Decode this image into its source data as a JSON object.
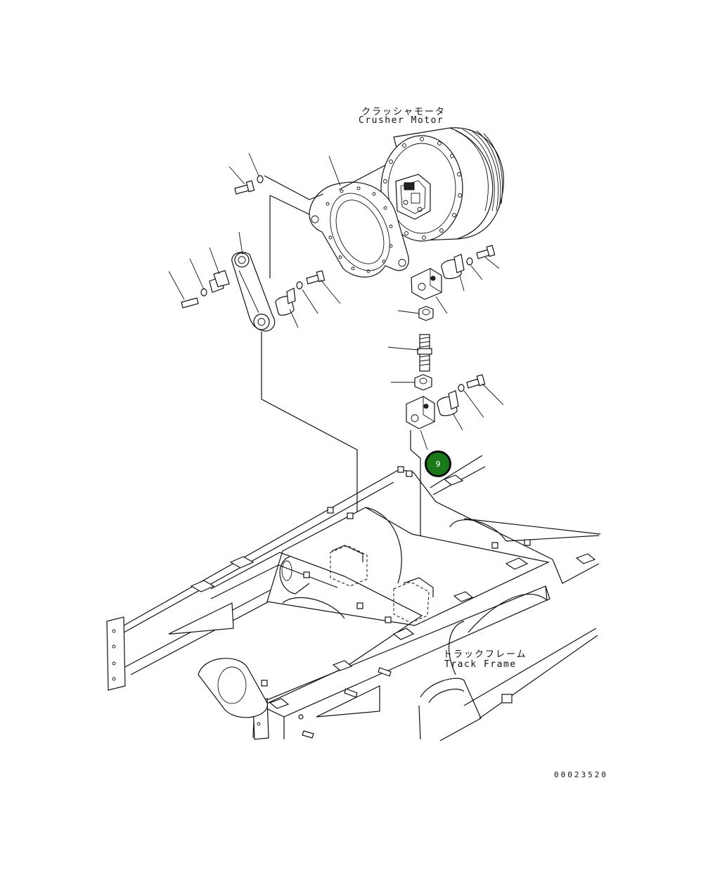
{
  "labels": {
    "motor_jp": "クラッシャモータ",
    "motor_en": "Crusher Motor",
    "frame_jp": "トラックフレーム",
    "frame_en": "Track Frame"
  },
  "callout": {
    "text": "9",
    "color": "#1a7a1a"
  },
  "drawing_number": "00023520"
}
